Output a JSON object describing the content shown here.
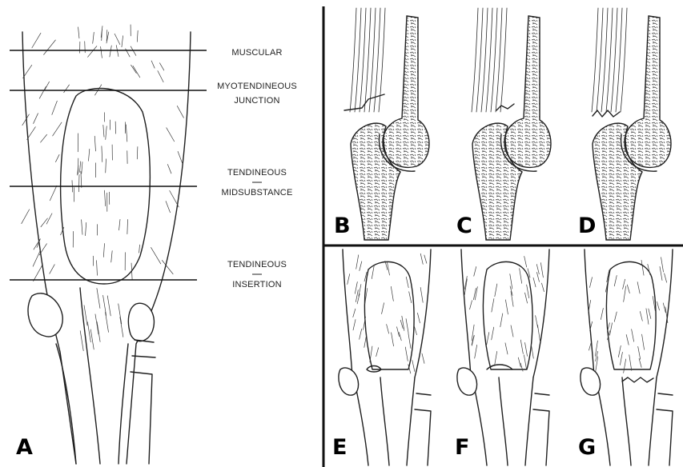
{
  "levels": {
    "muscular": "MUSCULAR",
    "myotendineous_line1": "MYOTENDINEOUS",
    "myotendineous_line2": "JUNCTION",
    "midsubstance_line1": "TENDINEOUS",
    "midsubstance_line2": "MIDSUBSTANCE",
    "insertion_line1": "TENDINEOUS",
    "insertion_line2": "INSERTION"
  },
  "panels": {
    "a": "A",
    "b": "B",
    "c": "C",
    "d": "D",
    "e": "E",
    "f": "F",
    "g": "G"
  },
  "colors": {
    "ink": "#1f1f1f",
    "background": "#ffffff"
  }
}
